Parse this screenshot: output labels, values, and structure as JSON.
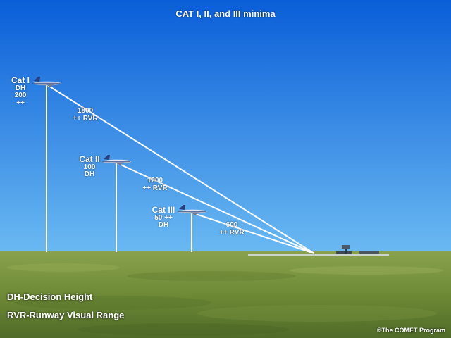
{
  "title": "CAT I, II, and III minima",
  "categories": [
    {
      "name": "Cat I",
      "dh_lines": [
        "DH",
        "200",
        "++"
      ],
      "rvr_lines": [
        "1800",
        "++ RVR"
      ]
    },
    {
      "name": "Cat II",
      "dh_lines": [
        "100",
        "DH"
      ],
      "rvr_lines": [
        "1200",
        "++ RVR"
      ]
    },
    {
      "name": "Cat III",
      "dh_lines": [
        "50 ++",
        "DH"
      ],
      "rvr_lines": [
        "600",
        "++ RVR"
      ]
    }
  ],
  "legend": {
    "dh": "DH-Decision Height",
    "rvr": "RVR-Runway Visual Range"
  },
  "credit": "©The COMET Program",
  "icons": [
    "airplane-icon",
    "control-tower-icon"
  ],
  "colors": {
    "sky_top": "#0a5ed8",
    "sky_bottom": "#6ab9f2",
    "ground": "#6f8a3a",
    "lines": "#ffffff"
  }
}
